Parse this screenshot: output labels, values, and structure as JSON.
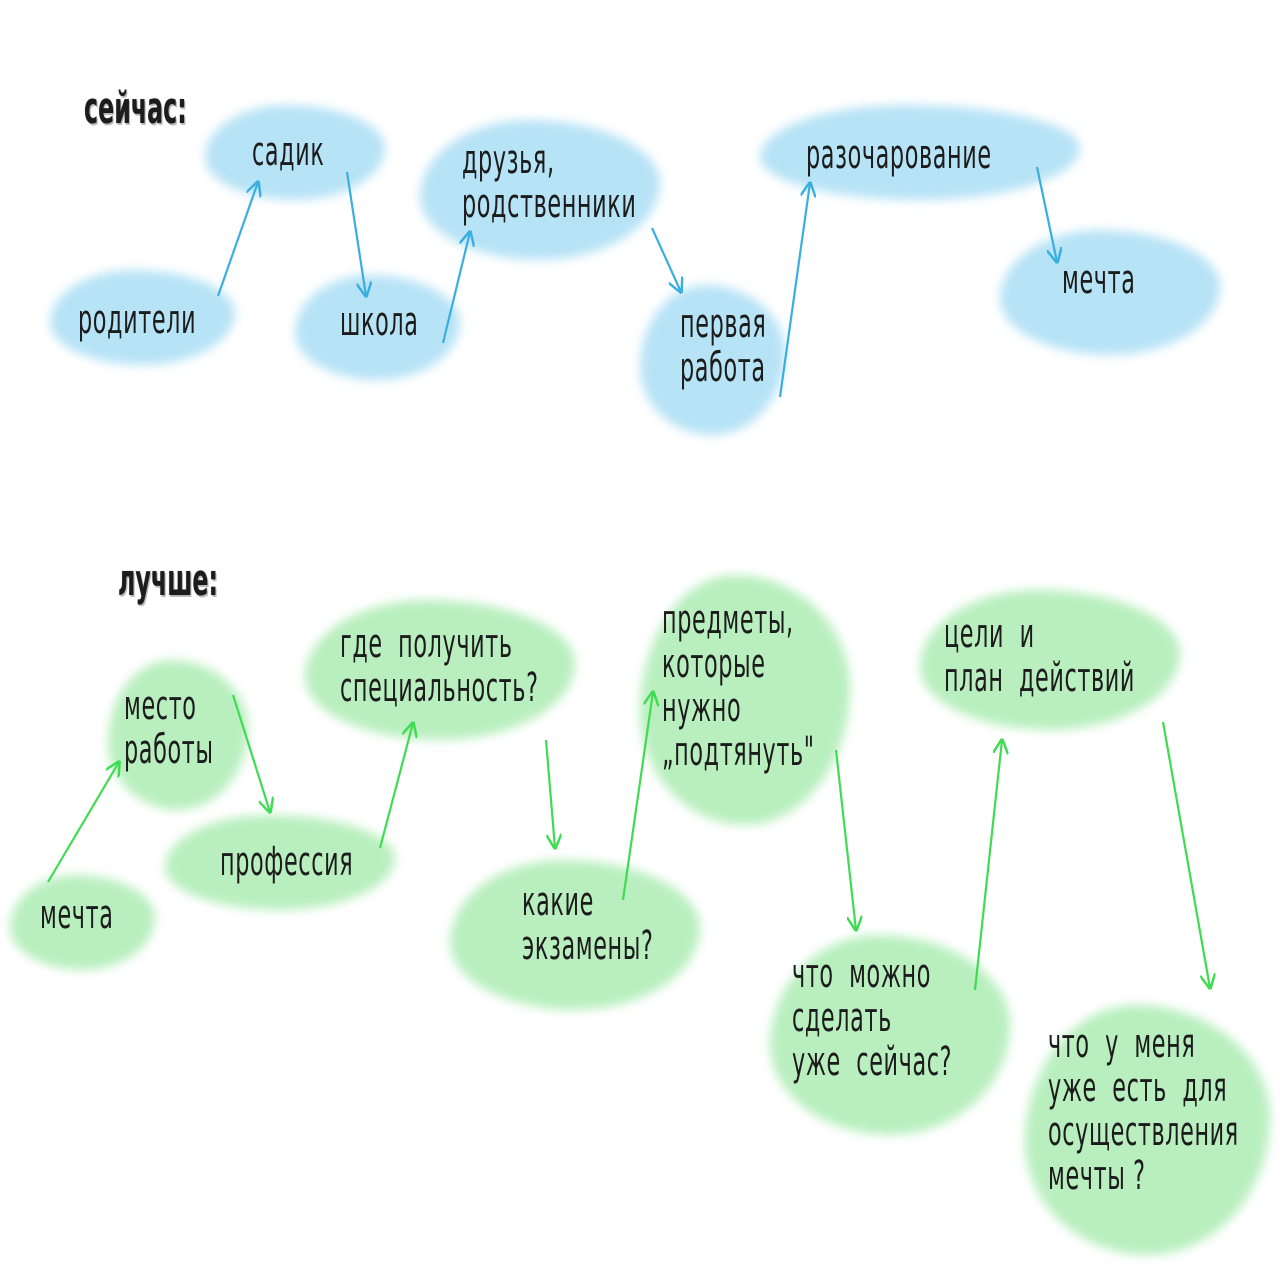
{
  "sections": {
    "current": {
      "header": "сейчас:",
      "nodes": {
        "roditeli": "родители",
        "sadik": "садик",
        "shkola": "школа",
        "druzya": "друзья,\nродственники",
        "pervaya_rabota": "первая\nработа",
        "razocharovanie": "разочарование",
        "mechta": "мечта"
      }
    },
    "better": {
      "header": "лучше:",
      "nodes": {
        "mechta": "мечта",
        "mesto_raboty": "место\nработы",
        "professiya": "профессия",
        "gde_poluchit": "где  получить\nспециальность?",
        "kakie_ekzameny": "какие\nэкзамены?",
        "predmety": "предметы,\nкоторые\nнужно\n„подтянуть\"",
        "chto_mozhno": "что  можно\nсделать\nуже  сейчас?",
        "celi": "цели  и\nплан  действий",
        "chto_u_menya": "что  у  меня\nуже  есть  для\nосуществления\nмечты ?"
      }
    }
  },
  "colors": {
    "blue_blob": "#b7e3f6",
    "blue_arrow": "#3aaee0",
    "green_blob": "#b9efbf",
    "green_arrow": "#3fdc52",
    "text": "#1c1c1c"
  }
}
